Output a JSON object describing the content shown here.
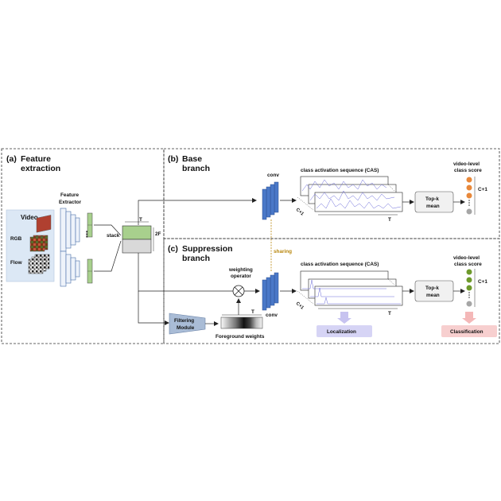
{
  "sections": {
    "feature_extraction": {
      "letter": "(a)",
      "line1": "Feature",
      "line2": "extraction"
    },
    "base_branch": {
      "letter": "(b)",
      "line1": "Base",
      "line2": "branch"
    },
    "suppression_branch": {
      "letter": "(c)",
      "line1": "Suppression",
      "line2": "branch"
    }
  },
  "video": {
    "title": "Video",
    "rgb": "RGB",
    "flow": "Flow"
  },
  "feature_extractor": {
    "line1": "Feature",
    "line2": "Extractor",
    "dots": "⋮"
  },
  "stack": {
    "label": "stack",
    "t": "T",
    "two_f": "2F"
  },
  "base": {
    "conv": "conv",
    "cas_title": "class activation sequence (CAS)",
    "c_plus_1": "C+1",
    "t": "T",
    "topk_line1": "Top-k",
    "topk_line2": "mean",
    "score_line1": "video-level",
    "score_line2": "class score",
    "score_c": "C+1"
  },
  "sharing": "sharing",
  "suppression": {
    "weighting_line1": "weighting",
    "weighting_line2": "operator",
    "conv": "conv",
    "cas_title": "class activation sequence (CAS)",
    "c_plus_1": "C+1",
    "t": "T",
    "topk_line1": "Top-k",
    "topk_line2": "mean",
    "score_line1": "video-level",
    "score_line2": "class score",
    "score_c": "C+1",
    "filter_line1": "Filtering",
    "filter_line2": "Module",
    "fg_t": "T",
    "fg_label": "Foreground weights"
  },
  "outputs": {
    "localization": "Localization",
    "classification": "Classification"
  },
  "colors": {
    "conv_blue": "#4a78c8",
    "feature_green": "#a8d08d",
    "video_panel": "#dce8f5",
    "filter_module": "#a9bcd6",
    "localization": "#d6d4f5",
    "classification": "#f7cfcf",
    "score_orange": "#e8883a",
    "score_green": "#6e9a2c",
    "score_gray": "#a6a6a6",
    "sharing_line": "#b8860b",
    "cas_line": "#6a6ad8"
  }
}
